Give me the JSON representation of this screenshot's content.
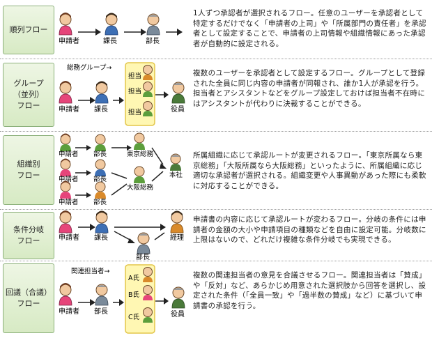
{
  "rows": [
    {
      "label": "順列フロー",
      "description": "1人ずつ承認者が選択されるフロー。任意のユーザーを承認者として特定するだけでなく「申請者の上司」や「所属部門の責任者」を承認者として設定することで、申請者の上司情報や組織情報にあった承認者が自動的に設定される。",
      "figures": [
        "申請者",
        "課長",
        "部長"
      ]
    },
    {
      "label": "グループ\n（並列）\nフロー",
      "description": "複数のユーザーを承認者として設定するフロー。グループとして登録された全員に同じ内容の申請者が同報され、誰か1人が承認を行う。担当者とアシスタントなどをグループ設定しておけば担当者不在時にはアシスタントが代わりに決裁することができる。",
      "group_caption": "総務グループ→",
      "figures": [
        "申請者",
        "課長",
        "役員"
      ],
      "group_members": [
        "担当",
        "担当",
        "担当"
      ]
    },
    {
      "label": "組織別\nフロー",
      "description": "所属組織に応じて承認ルートが変更されるフロー。「東京所属なら東京総務」「大阪所属なら大阪総務」といったように、所属組織に応じ 適切な承認者が選択される。組織変更や人事異動があった際にも柔軟に対応することができる。",
      "figures": [
        "申請者",
        "部長",
        "申請者",
        "部長",
        "申請者",
        "部長",
        "東京総務",
        "大阪総務",
        "本社"
      ]
    },
    {
      "label": "条件分岐\nフロー",
      "description": "申請書の内容に応じて承認ルートが変わるフロー。分岐の条件には申請者の金額の大小や申請項目の種類などを自由に設定可能。分岐数に上限はないので、どれだけ複雑な条件分岐でも実現できる。",
      "figures": [
        "申請者",
        "課長",
        "部長",
        "経理"
      ]
    },
    {
      "label": "回議（合議）\nフロー",
      "description": "複数の関連担当者の意見を合議させるフロー。関連担当者は「賛成」や「反対」など、あらかじめ用意された選択肢から回答を選択し、設定された条件（「全員一致」や「過半数の賛成」など）に基づいて申請書の承認を行う。",
      "group_caption": "関連担当者→",
      "figures": [
        "申請者",
        "部長",
        "役員"
      ],
      "group_members": [
        "A氏",
        "B氏",
        "C氏"
      ]
    }
  ],
  "colors": {
    "label_border": "#8bb07a",
    "group_fill": "#fff7b3",
    "group_border": "#e3c64a",
    "arrow": "#222222"
  }
}
